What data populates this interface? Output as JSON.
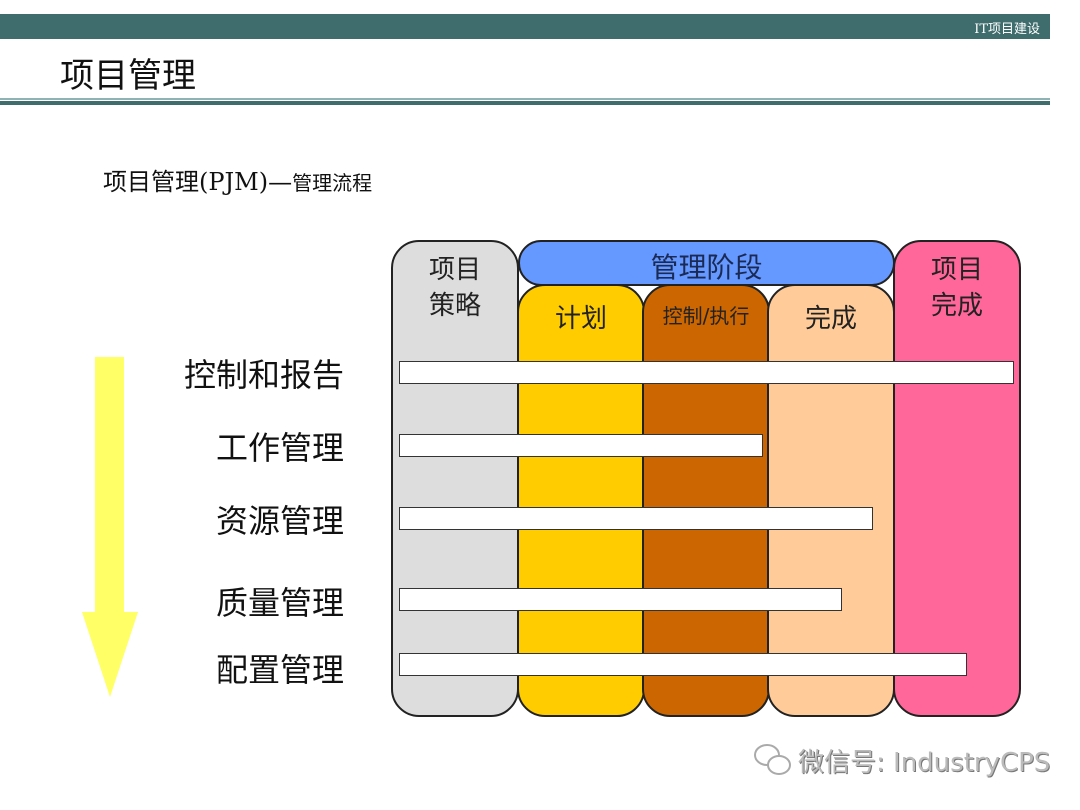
{
  "header": {
    "tag": "IT项目建设",
    "title": "项目管理"
  },
  "subtitle": {
    "main": "项目管理(PJM)—",
    "small": "管理流程"
  },
  "columns": {
    "strategy": "项目\n策略",
    "phase_banner": "管理阶段",
    "plan": "计划",
    "control": "控制/执行",
    "complete": "完成",
    "project_complete": "项目\n完成"
  },
  "rows": [
    {
      "label": "控制和报告"
    },
    {
      "label": "工作管理"
    },
    {
      "label": "资源管理"
    },
    {
      "label": "质量管理"
    },
    {
      "label": "配置管理"
    }
  ],
  "colors": {
    "bar": "#3f6c6c",
    "strategy": "#dddddd",
    "banner": "#6699ff",
    "plan": "#ffcc00",
    "control": "#cc6600",
    "complete": "#ffcc99",
    "project_complete": "#ff6699",
    "arrow": "#ffff66"
  },
  "watermark": "微信号: IndustryCPS"
}
